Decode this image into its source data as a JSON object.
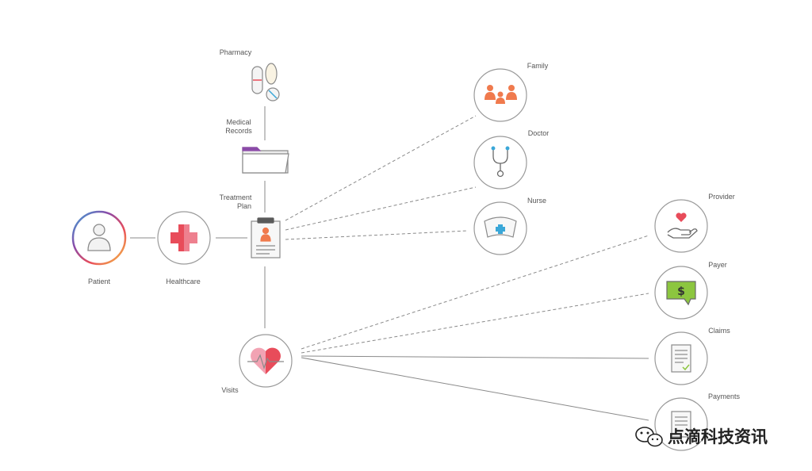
{
  "nodes": {
    "patient": {
      "label": "Patient",
      "icon": "person-icon"
    },
    "healthcare": {
      "label": "Healthcare",
      "icon": "red-cross-icon"
    },
    "pharmacy": {
      "label": "Pharmacy",
      "icon": "pills-icon"
    },
    "medical_records": {
      "label_line1": "Medical",
      "label_line2": "Records",
      "icon": "folder-icon"
    },
    "treatment_plan": {
      "label_line1": "Treatment",
      "label_line2": "Plan",
      "icon": "clipboard-icon"
    },
    "visits": {
      "label": "Visits",
      "icon": "heartbeat-icon"
    },
    "family": {
      "label": "Family",
      "icon": "family-icon"
    },
    "doctor": {
      "label": "Doctor",
      "icon": "stethoscope-icon"
    },
    "nurse": {
      "label": "Nurse",
      "icon": "nurse-cap-icon"
    },
    "provider": {
      "label": "Provider",
      "icon": "hand-heart-icon"
    },
    "payer": {
      "label": "Payer",
      "icon": "dollar-bubble-icon"
    },
    "claims": {
      "label": "Claims",
      "icon": "claim-document-icon"
    },
    "payments": {
      "label": "Payments",
      "icon": "payment-document-icon"
    }
  },
  "watermark": {
    "text": "点滴科技资讯",
    "icon": "wechat-icon"
  },
  "colors": {
    "accent_red": "#e84c5a",
    "pink": "#f2a3b3",
    "orange": "#f07a4d",
    "purple": "#8b4aa8",
    "green": "#8cc63f",
    "blue": "#3aa7d8",
    "line": "#8a8a8a",
    "circle_stroke": "#9a9a9a"
  }
}
